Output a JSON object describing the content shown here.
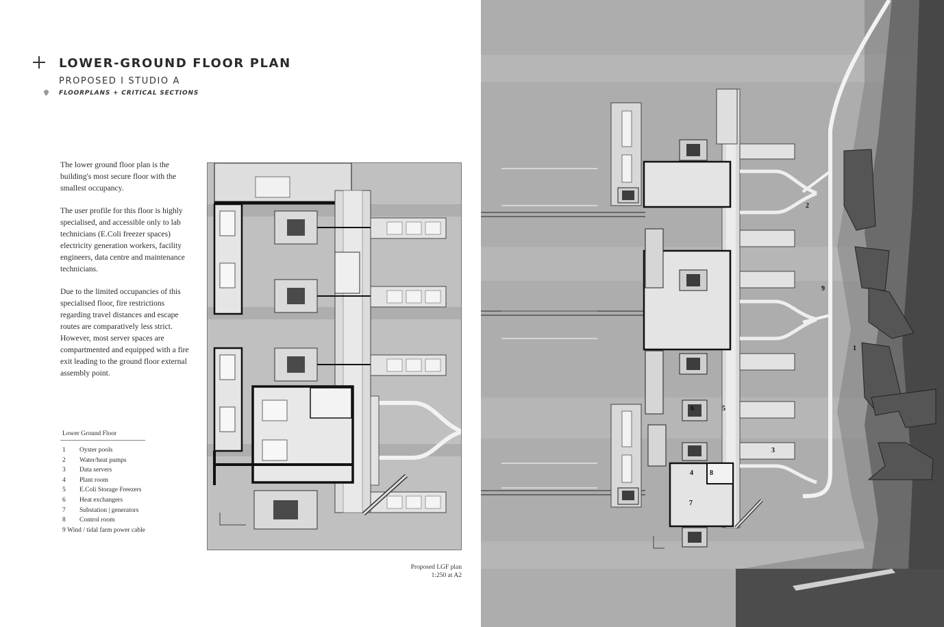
{
  "header": {
    "title": "LOWER-GROUND FLOOR PLAN",
    "subtitle": "PROPOSED I STUDIO A",
    "tagline": "FLOORPLANS + CRITICAL SECTIONS"
  },
  "body": {
    "paragraphs": [
      "The lower ground floor plan is the building's most secure floor with the smallest occupancy.",
      "The user profile for this floor is highly specialised, and accessible only to lab technicians (E.Coli freezer spaces) electricity generation workers, facility engineers, data centre and maintenance technicians.",
      "Due to the limited occupancies of this specialised floor, fire restrictions regarding travel distances and escape routes are comparatively less strict. However, most server spaces are compartmented and equipped with a fire exit leading to the ground floor external assembly point."
    ]
  },
  "legend": {
    "title": "Lower Ground Floor",
    "items": [
      {
        "num": "1",
        "label": "Oyster pools"
      },
      {
        "num": "2",
        "label": "Water/heat pumps"
      },
      {
        "num": "3",
        "label": "Data servers"
      },
      {
        "num": "4",
        "label": "Plant room"
      },
      {
        "num": "5",
        "label": "E.Coli Storage Freezers"
      },
      {
        "num": "6",
        "label": "Heat exchangers"
      },
      {
        "num": "7",
        "label": "Substation | generators"
      },
      {
        "num": "8",
        "label": "Control room"
      },
      {
        "num": "9",
        "label": "Wind / tidal farm power cable"
      }
    ]
  },
  "caption": {
    "line1": "Proposed LGF plan",
    "line2": "1:250 at A2"
  },
  "plan_labels": {
    "l1": "1",
    "l2": "2",
    "l3": "3",
    "l4": "4",
    "l5": "5",
    "l6": "6",
    "l7": "7",
    "l8": "8",
    "l9": "9"
  },
  "colors": {
    "ground": "#a9a9a9",
    "wall": "#111111",
    "room": "#e6e6e6",
    "terrain_dark": "#3f3f3f"
  }
}
